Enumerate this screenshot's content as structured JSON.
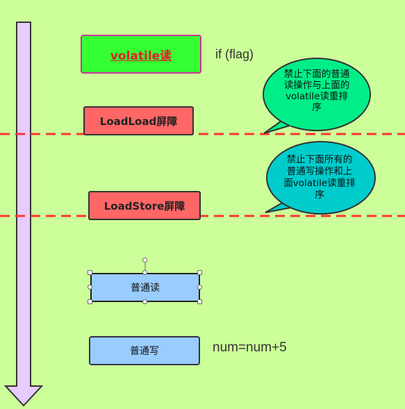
{
  "diagram": {
    "nodes": {
      "volatile_read": "volatile读",
      "loadload_barrier": "LoadLoad屏障",
      "loadstore_barrier": "LoadStore屏障",
      "normal_read": "普通读",
      "normal_write": "普通写"
    },
    "code": {
      "flag_check": "if (flag)",
      "num_assign": "num=num+5"
    },
    "callouts": {
      "loadload": [
        "禁止下面的普通",
        "读操作与上面的",
        "volatile读重排",
        "序"
      ],
      "loadstore": [
        "禁止下面所有的",
        "普通写操作和上",
        "面volatile读重排",
        "序"
      ]
    },
    "colors": {
      "background": "#ccff99",
      "volatile_box": "#33ff33",
      "volatile_text": "#e0202a",
      "barrier_box": "#ff6666",
      "normal_box": "#99ccff",
      "callout1_fill": "#00ee88",
      "callout2_fill": "#00cccc",
      "arrow_fill": "#e6ccff",
      "dashed_line": "#ff3333"
    }
  }
}
